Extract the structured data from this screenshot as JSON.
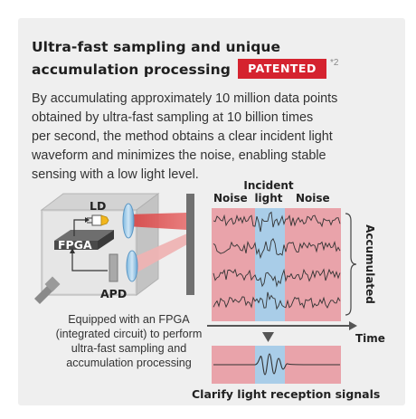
{
  "heading": {
    "line1": "Ultra-fast sampling and unique",
    "line2": "accumulation processing",
    "badge": "PATENTED",
    "note_mark": "*2"
  },
  "description": {
    "lines": [
      "By accumulating approximately 10 million data points",
      "obtained by ultra-fast sampling at 10 billion times",
      "per second, the method obtains a clear incident light",
      "waveform and minimizes the noise, enabling stable",
      "sensing with a low light level."
    ]
  },
  "sensor": {
    "ld_label": "LD",
    "fpga_label": "FPGA",
    "apd_label": "APD"
  },
  "caption": {
    "lines": [
      "Equipped with an FPGA",
      "(integrated circuit) to perform",
      "ultra-fast sampling and",
      "accumulation processing"
    ]
  },
  "waveform": {
    "noise_left": "Noise",
    "incident_line1": "Incident",
    "incident_line2": "light",
    "noise_right": "Noise",
    "accumulated": "Accumulated",
    "time_axis": "Time",
    "result": "Clarify light reception signals"
  },
  "colors": {
    "badge_red": "#d5232f",
    "noise_band": "#e9a3aa",
    "incident_band": "#a9cde8",
    "laser_beam": "#e05959"
  }
}
